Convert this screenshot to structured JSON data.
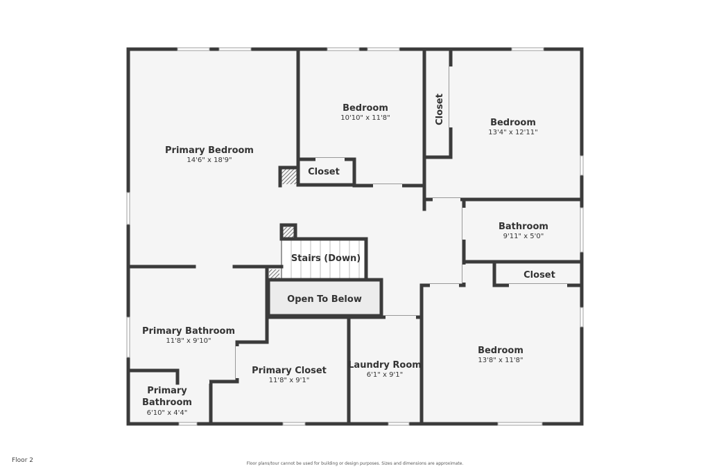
{
  "colors": {
    "wall": "#3b3b3b",
    "floor": "#f5f5f5",
    "window": "#e4e4e4",
    "stairs": "#ffffff",
    "open": "#ececec"
  },
  "rooms": {
    "primary_bedroom": {
      "name": "Primary Bedroom",
      "dim": "14'6\" x 18'9\""
    },
    "bedroom_top": {
      "name": "Bedroom",
      "dim": "10'10\" x 11'8\""
    },
    "closet_vertical": {
      "name": "Closet"
    },
    "bedroom_right": {
      "name": "Bedroom",
      "dim": "13'4\" x 12'11\""
    },
    "closet_mid": {
      "name": "Closet"
    },
    "bathroom": {
      "name": "Bathroom",
      "dim": "9'11\" x 5'0\""
    },
    "closet_right": {
      "name": "Closet"
    },
    "stairs": {
      "name": "Stairs (Down)"
    },
    "open_to_below": {
      "name": "Open To Below"
    },
    "primary_bathroom": {
      "name": "Primary Bathroom",
      "dim": "11'8\" x 9'10\""
    },
    "primary_closet": {
      "name": "Primary Closet",
      "dim": "11'8\" x 9'1\""
    },
    "laundry": {
      "name": "Laundry Room",
      "dim": "6'1\" x 9'1\""
    },
    "bedroom_bottom": {
      "name": "Bedroom",
      "dim": "13'8\" x 11'8\""
    },
    "primary_bathroom_small": {
      "name_line1": "Primary",
      "name_line2": "Bathroom",
      "dim": "6'10\" x 4'4\""
    }
  },
  "footer": {
    "floor_label": "Floor 2",
    "disclaimer": "Floor plans/tour cannot be used for building or design purposes. Sizes and dimensions are approximate."
  }
}
